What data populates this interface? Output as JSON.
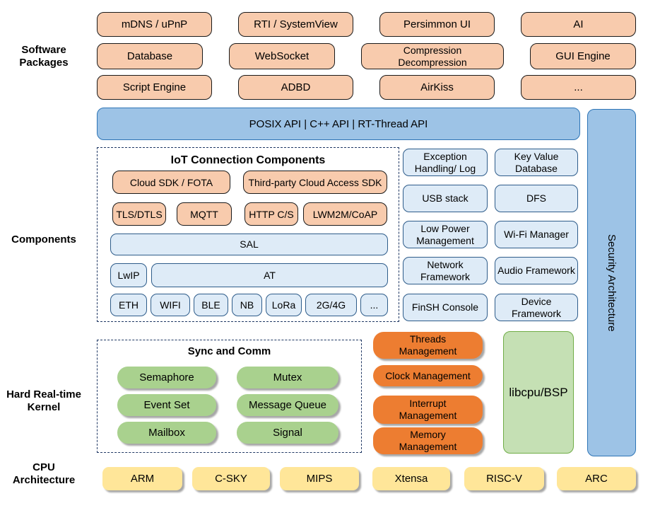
{
  "section_labels": {
    "software_packages": "Software Packages",
    "components": "Components",
    "kernel": "Hard Real-time Kernel",
    "cpu": "CPU Architecture"
  },
  "software_packages": {
    "row1": [
      "mDNS / uPnP",
      "RTI / SystemView",
      "Persimmon UI",
      "AI"
    ],
    "row2": [
      "Database",
      "WebSocket",
      "Compression Decompression",
      "GUI Engine"
    ],
    "row3": [
      "Script Engine",
      "ADBD",
      "AirKiss",
      "..."
    ]
  },
  "api_bar": "POSIX API  |  C++ API  |  RT-Thread API",
  "security_bar": "Security Architecture",
  "iot": {
    "title": "IoT Connection Components",
    "row1": [
      "Cloud SDK / FOTA",
      "Third-party Cloud Access SDK"
    ],
    "row2": [
      "TLS/DTLS",
      "MQTT",
      "HTTP C/S",
      "LWM2M/CoAP"
    ],
    "sal": "SAL",
    "lwip": "LwIP",
    "at": "AT",
    "links": [
      "ETH",
      "WIFI",
      "BLE",
      "NB",
      "LoRa",
      "2G/4G",
      "..."
    ]
  },
  "component_boxes": [
    [
      "Exception Handling/ Log",
      "Key Value Database"
    ],
    [
      "USB stack",
      "DFS"
    ],
    [
      "Low Power Management",
      "Wi-Fi Manager"
    ],
    [
      "Network Framework",
      "Audio Framework"
    ],
    [
      "FinSH Console",
      "Device Framework"
    ]
  ],
  "kernel": {
    "title": "Sync and Comm",
    "sync": [
      [
        "Semaphore",
        "Mutex"
      ],
      [
        "Event Set",
        "Message Queue"
      ],
      [
        "Mailbox",
        "Signal"
      ]
    ],
    "management": [
      "Threads Management",
      "Clock Management",
      "Interrupt Management",
      "Memory Management"
    ],
    "libcpu": "libcpu/BSP"
  },
  "cpu_archs": [
    "ARM",
    "C-SKY",
    "MIPS",
    "Xtensa",
    "RISC-V",
    "ARC"
  ],
  "colors": {
    "orange_light": "#F8CBAD",
    "orange": "#ED7D31",
    "blue": "#9DC3E6",
    "blue_light": "#DEEBF7",
    "blue_border": "#2E75B6",
    "green": "#A9D18E",
    "green_light": "#C5E0B4",
    "green_border": "#70AD47",
    "yellow": "#FFE699",
    "dash_navy": "#203864"
  }
}
